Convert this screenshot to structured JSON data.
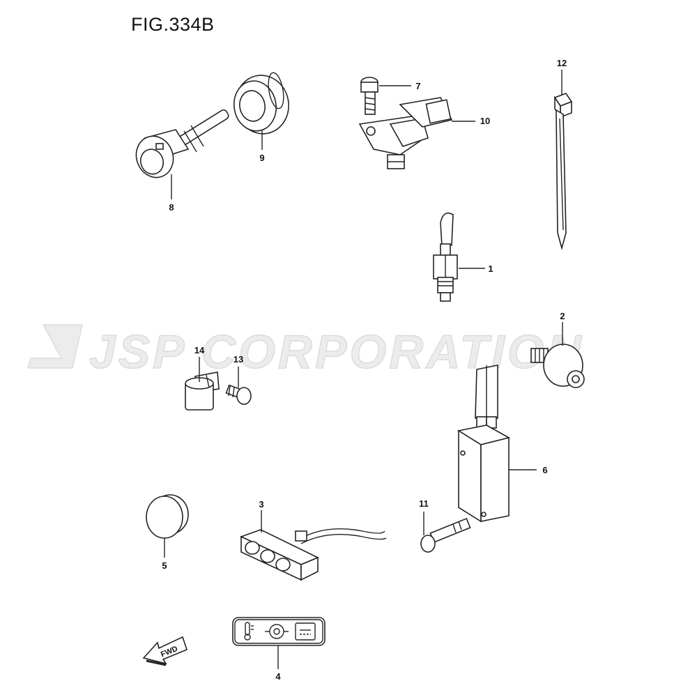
{
  "figure": {
    "title": "FIG.334B"
  },
  "watermark": {
    "text": "JSP CORPORATION"
  },
  "fwd_label": "FWD",
  "parts": [
    {
      "key": "p1",
      "number": "1"
    },
    {
      "key": "p2",
      "number": "2"
    },
    {
      "key": "p3",
      "number": "3"
    },
    {
      "key": "p4",
      "number": "4"
    },
    {
      "key": "p5",
      "number": "5"
    },
    {
      "key": "p6",
      "number": "6"
    },
    {
      "key": "p7",
      "number": "7"
    },
    {
      "key": "p8",
      "number": "8"
    },
    {
      "key": "p9",
      "number": "9"
    },
    {
      "key": "p10",
      "number": "10"
    },
    {
      "key": "p11",
      "number": "11"
    },
    {
      "key": "p12",
      "number": "12"
    },
    {
      "key": "p13",
      "number": "13"
    },
    {
      "key": "p14",
      "number": "14"
    }
  ]
}
